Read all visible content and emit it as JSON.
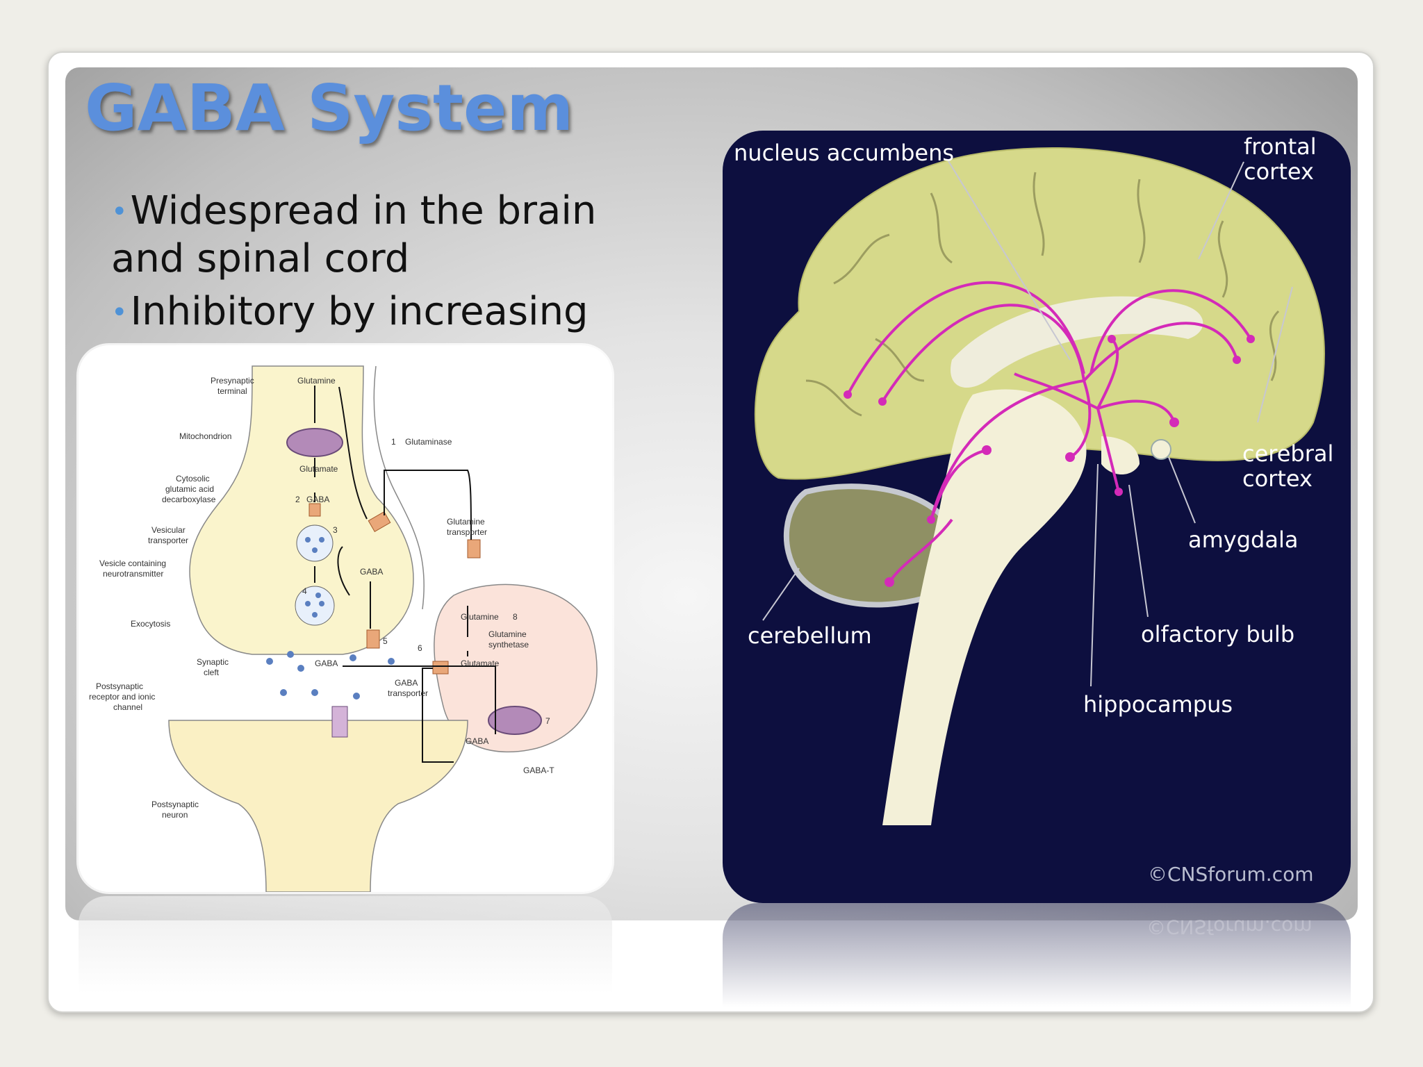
{
  "slide": {
    "title": "GABA System",
    "bullets": [
      "Widespread in the brain and spinal cord",
      "Inhibitory by increasing"
    ]
  },
  "synapse_diagram": {
    "labels": {
      "presynaptic": "Presynaptic",
      "terminal": "terminal",
      "glutamine_top": "Glutamine",
      "mitochondrion": "Mitochondrion",
      "glutaminase": "Glutaminase",
      "glutamate_top": "Glutamate",
      "cytosolic1": "Cytosolic",
      "cytosolic2": "glutamic acid",
      "cytosolic3": "decarboxylase",
      "gaba_2": "GABA",
      "vesicular1": "Vesicular",
      "vesicular2": "transporter",
      "glutamine_transporter1": "Glutamine",
      "glutamine_transporter2": "transporter",
      "vesicle1": "Vesicle containing",
      "vesicle2": "neurotransmitter",
      "gaba_mid": "GABA",
      "glutamine_8": "Glutamine",
      "synthetase1": "Glutamine",
      "synthetase2": "synthetase",
      "exocytosis": "Exocytosis",
      "synaptic1": "Synaptic",
      "synaptic2": "cleft",
      "gaba_cleft": "GABA",
      "glutamate_glia": "Glutamate",
      "gaba_transporter1": "GABA",
      "gaba_transporter2": "transporter",
      "postsynaptic_receptor1": "Postsynaptic",
      "postsynaptic_receptor2": "receptor and ionic",
      "postsynaptic_receptor3": "channel",
      "gaba_glia": "GABA",
      "gaba_t": "GABA-T",
      "postsynaptic_neuron1": "Postsynaptic",
      "postsynaptic_neuron2": "neuron"
    },
    "step_numbers": [
      "1",
      "2",
      "3",
      "4",
      "5",
      "6",
      "7",
      "8"
    ]
  },
  "brain_diagram": {
    "labels": {
      "nucleus_accumbens": "nucleus accumbens",
      "frontal1": "frontal",
      "frontal2": "cortex",
      "cerebral1": "cerebral",
      "cerebral2": "cortex",
      "amygdala": "amygdala",
      "cerebellum": "cerebellum",
      "olfactory_bulb": "olfactory bulb",
      "hippocampus": "hippocampus"
    },
    "credit": "©CNSforum.com"
  },
  "colors": {
    "title": "#5b8fdc",
    "bullet": "#4f92d6",
    "brain_bg": "#0d0f3f",
    "cortex": "#d6d98a",
    "pathways": "#d42ab8"
  }
}
